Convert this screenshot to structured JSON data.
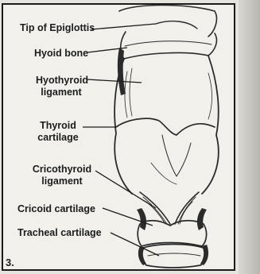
{
  "figure": {
    "number": "3.",
    "labels": {
      "tip_of_epiglottis": "Tip of Epiglottis",
      "hyoid_bone": "Hyoid bone",
      "hyothyroid_ligament_1": "Hyothyroid",
      "hyothyroid_ligament_2": "ligament",
      "thyroid_cartilage_1": "Thyroid",
      "thyroid_cartilage_2": "cartilage",
      "cricothyroid_ligament_1": "Cricothyroid",
      "cricothyroid_ligament_2": "ligament",
      "cricoid_cartilage": "Cricoid cartilage",
      "tracheal_cartilage": "Tracheal cartilage"
    }
  }
}
